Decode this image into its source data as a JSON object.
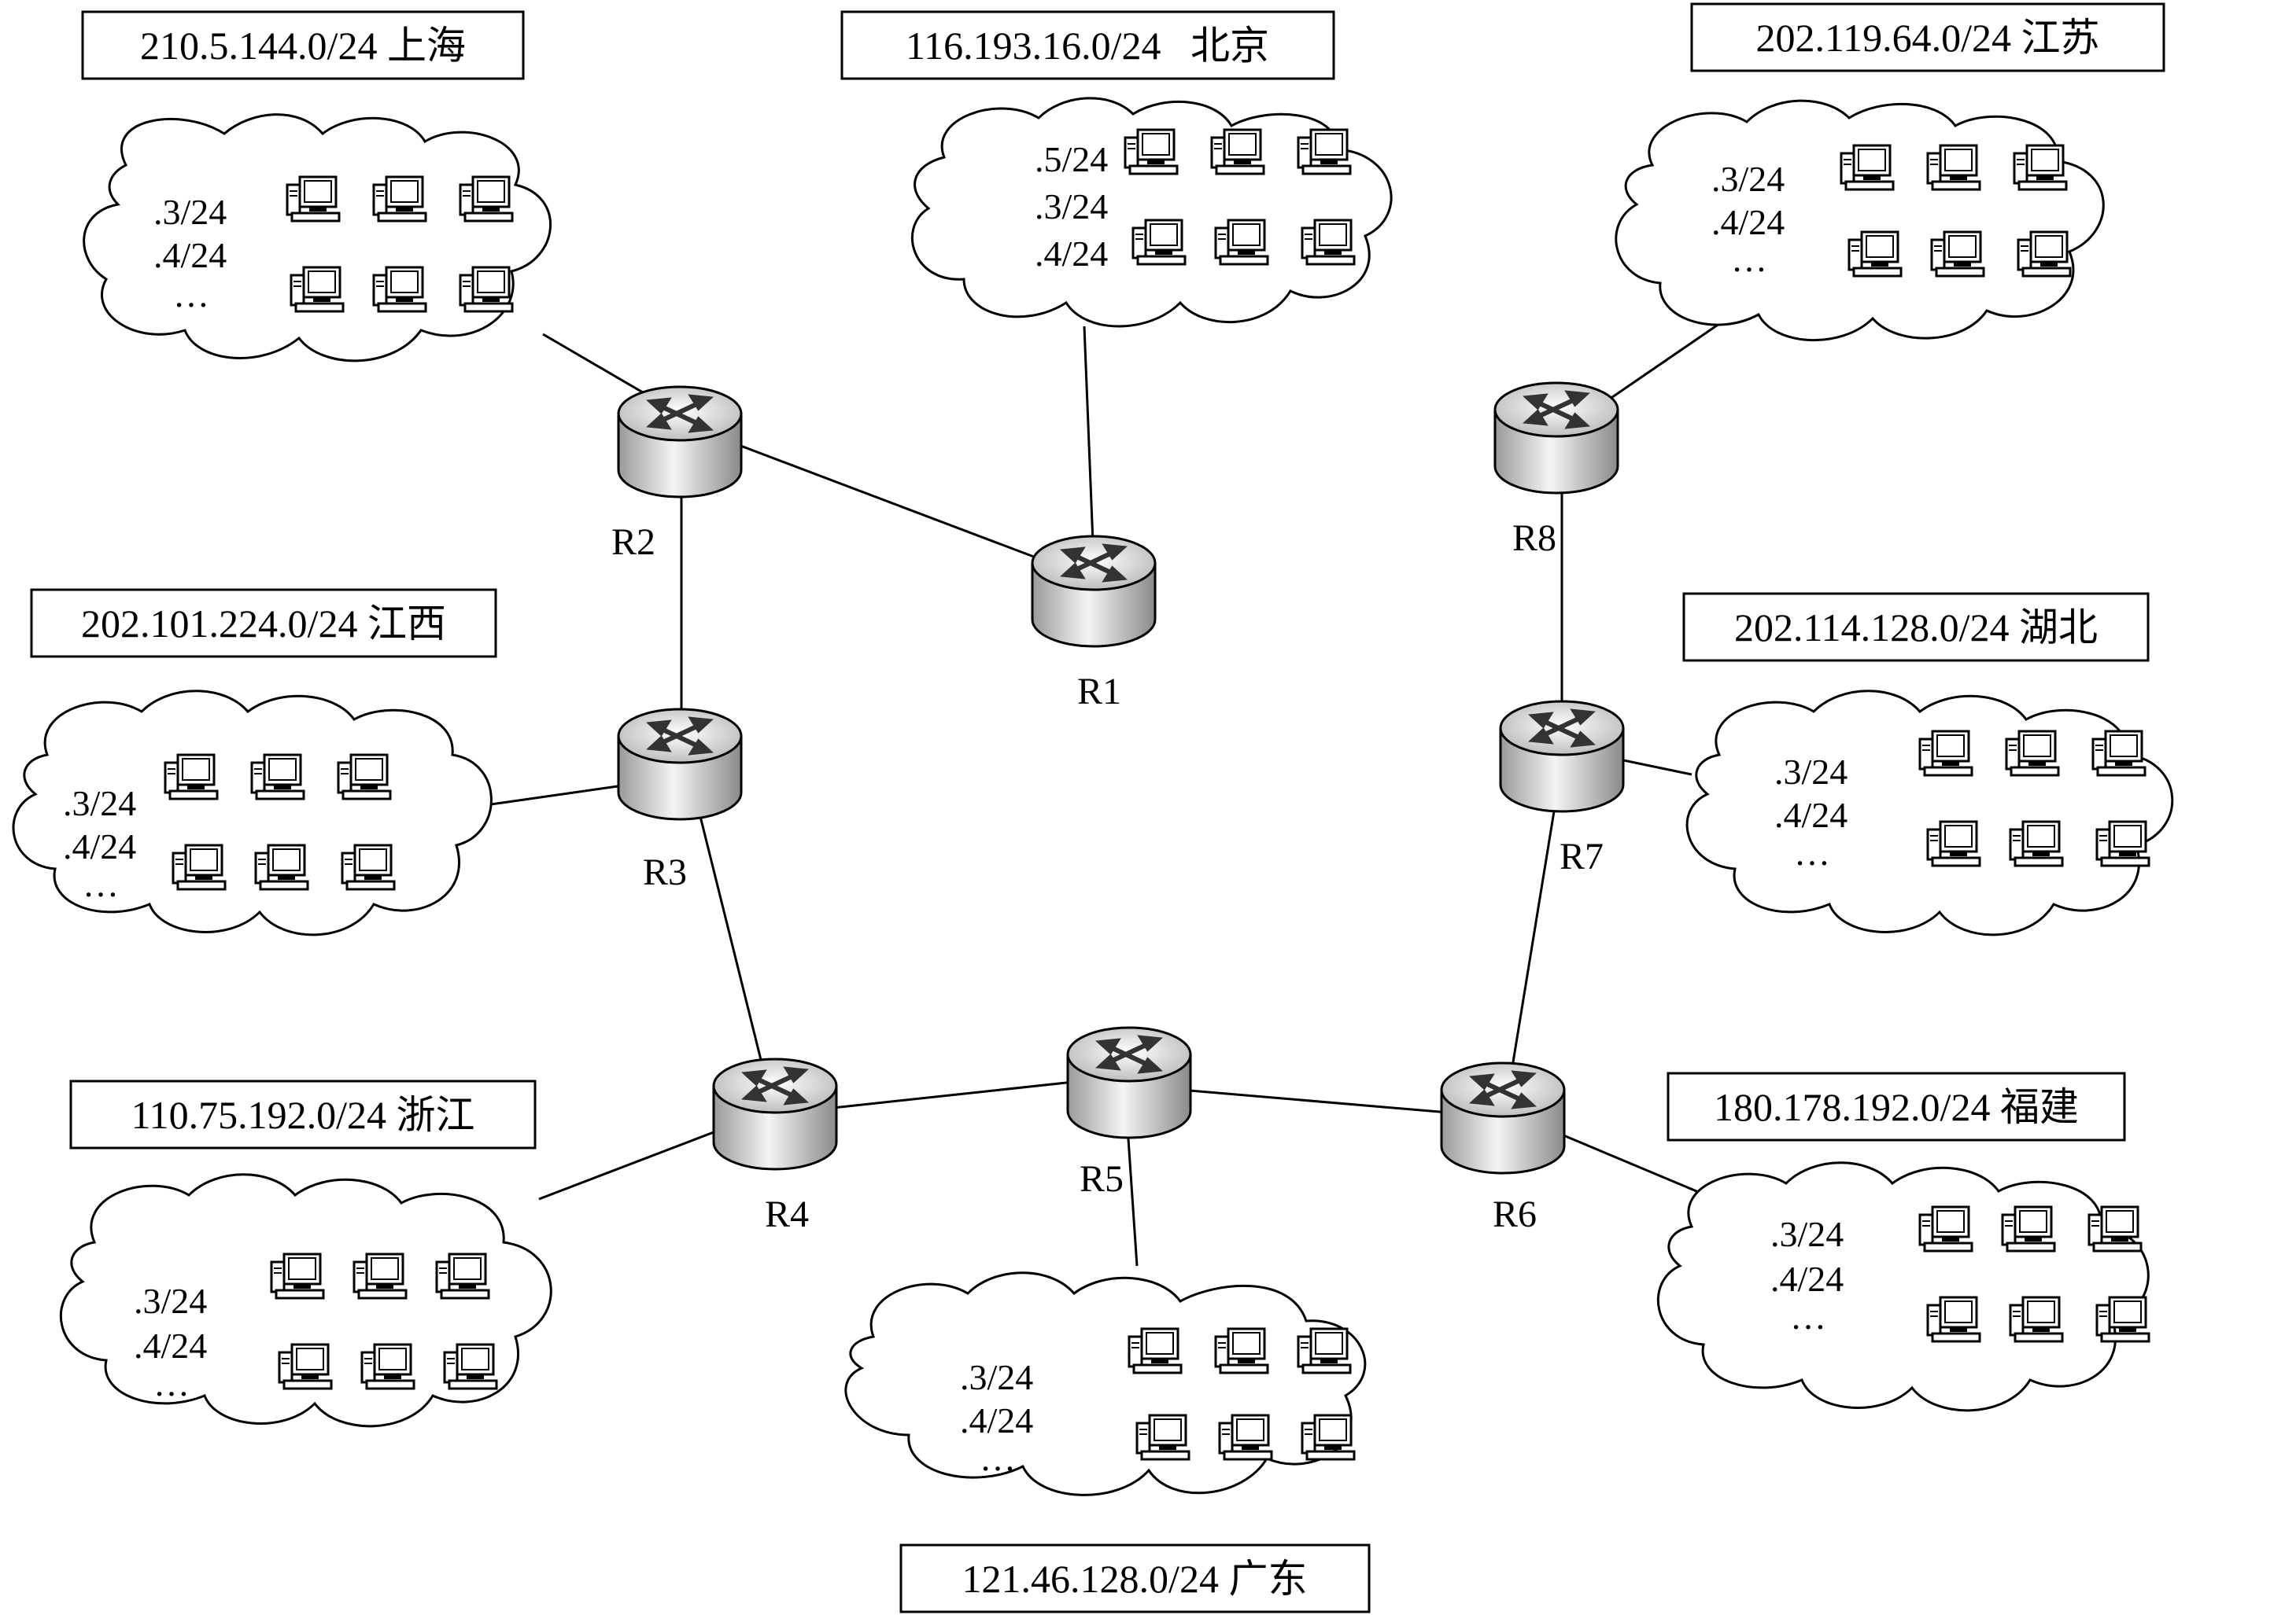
{
  "networks": [
    {
      "id": "shanghai",
      "label": "210.5.144.0/24 上海",
      "hosts": [
        ".3/24",
        ".4/24",
        "…"
      ]
    },
    {
      "id": "beijing",
      "label": "116.193.16.0/24   北京",
      "hosts": [
        ".5/24",
        ".3/24",
        ".4/24"
      ]
    },
    {
      "id": "jiangsu",
      "label": "202.119.64.0/24 江苏",
      "hosts": [
        ".3/24",
        ".4/24",
        "…"
      ]
    },
    {
      "id": "jiangxi",
      "label": "202.101.224.0/24 江西",
      "hosts": [
        ".3/24",
        ".4/24",
        "…"
      ]
    },
    {
      "id": "hubei",
      "label": "202.114.128.0/24 湖北",
      "hosts": [
        ".3/24",
        ".4/24",
        "…"
      ]
    },
    {
      "id": "zhejiang",
      "label": "110.75.192.0/24 浙江",
      "hosts": [
        ".3/24",
        ".4/24",
        "…"
      ]
    },
    {
      "id": "fujian",
      "label": "180.178.192.0/24 福建",
      "hosts": [
        ".3/24",
        ".4/24",
        "…"
      ]
    },
    {
      "id": "guangdong",
      "label": "121.46.128.0/24 广东",
      "hosts": [
        ".3/24",
        ".4/24",
        "…"
      ]
    }
  ],
  "routers": [
    {
      "id": "r1",
      "label": "R1"
    },
    {
      "id": "r2",
      "label": "R2"
    },
    {
      "id": "r3",
      "label": "R3"
    },
    {
      "id": "r4",
      "label": "R4"
    },
    {
      "id": "r5",
      "label": "R5"
    },
    {
      "id": "r6",
      "label": "R6"
    },
    {
      "id": "r7",
      "label": "R7"
    },
    {
      "id": "r8",
      "label": "R8"
    }
  ],
  "links": [
    [
      "shanghai",
      "r2"
    ],
    [
      "r2",
      "r1"
    ],
    [
      "beijing",
      "r1"
    ],
    [
      "r2",
      "r3"
    ],
    [
      "jiangxi",
      "r3"
    ],
    [
      "r3",
      "r4"
    ],
    [
      "zhejiang",
      "r4"
    ],
    [
      "r4",
      "r5"
    ],
    [
      "r5",
      "guangdong"
    ],
    [
      "r5",
      "r6"
    ],
    [
      "r6",
      "fujian"
    ],
    [
      "r6",
      "r7"
    ],
    [
      "r7",
      "hubei"
    ],
    [
      "r7",
      "r8"
    ],
    [
      "r8",
      "jiangsu"
    ]
  ]
}
